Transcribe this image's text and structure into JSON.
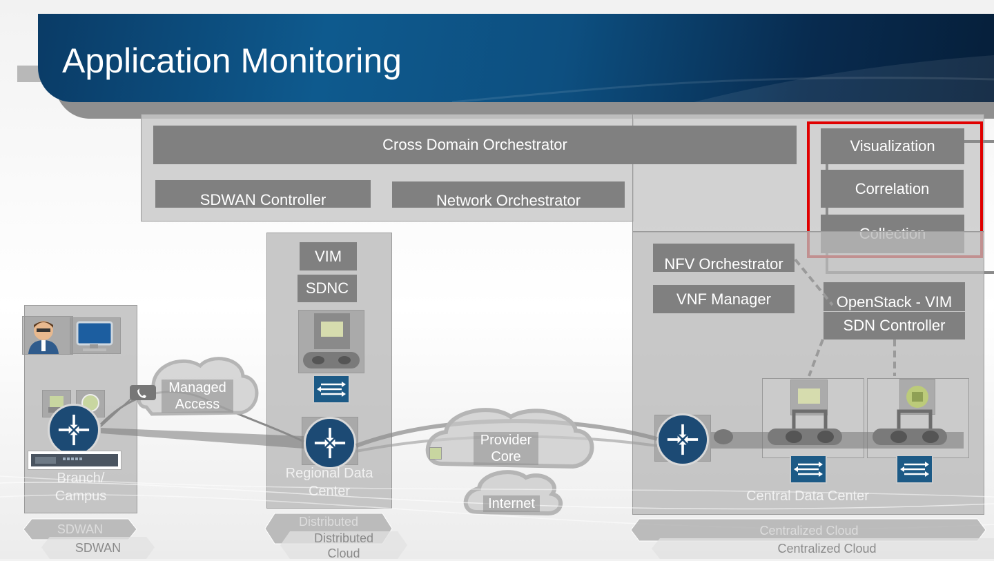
{
  "slide": {
    "title": "Application Monitoring"
  },
  "top": {
    "cross_domain": "Cross Domain Orchestrator",
    "sdwan_controller": "SDWAN Controller",
    "network_orchestrator": "Network Orchestrator"
  },
  "monitoring": {
    "visualization": "Visualization",
    "correlation": "Correlation",
    "collection": "Collection",
    "highlight_color": "#e00000"
  },
  "regional": {
    "vim": "VIM",
    "sdnc": "SDNC",
    "label_line1": "Regional Data",
    "label_line2": "Center"
  },
  "central": {
    "nfv_orchestrator": "NFV Orchestrator",
    "vnf_manager": "VNF Manager",
    "openstack_vim": "OpenStack - VIM",
    "sdn_controller": "SDN Controller",
    "label": "Central Data Center"
  },
  "branch": {
    "label_line1": "Branch/",
    "label_line2": "Campus"
  },
  "clouds": {
    "managed_line1": "Managed",
    "managed_line2": "Access",
    "provider_line1": "Provider",
    "provider_line2": "Core",
    "internet": "Internet"
  },
  "bottom": {
    "sdwan_a": "SDWAN",
    "sdwan_b": "SDWAN",
    "distributed_a_line1": "Distributed",
    "distributed_a_line2": "Cloud",
    "distributed_b_line1": "Distributed",
    "distributed_b_line2": "Cloud",
    "centralized_a": "Centralized Cloud",
    "centralized_b": "Centralized Cloud"
  },
  "icons": [
    "user-icon",
    "monitor-icon",
    "router-icon",
    "firewall-icon",
    "switch-icon",
    "phone-icon",
    "server-icon",
    "database-icon"
  ],
  "colors": {
    "header_dark": "#0a2e52",
    "header_mid": "#0f5a8c",
    "box_gray": "#808080",
    "router_blue": "#1c4a74"
  }
}
